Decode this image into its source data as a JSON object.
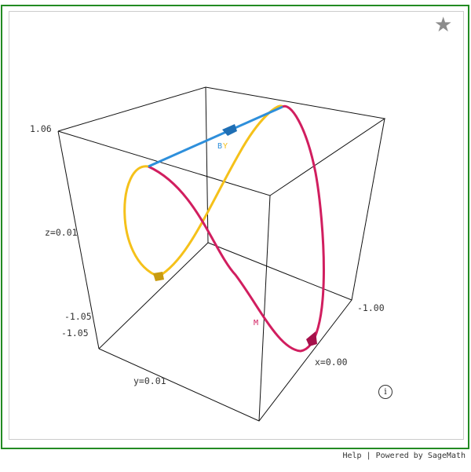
{
  "plot": {
    "axis_labels": {
      "z_top": "1.06",
      "z_mid": "z=0.01",
      "z_bottom": "-1.05",
      "y_bottom": "-1.05",
      "y_mid": "y=0.01",
      "x_right_top": "-1.00",
      "x_mid": "x=0.00"
    },
    "curve_labels": {
      "blue": "B",
      "yellow": "Y",
      "magenta": "M"
    },
    "colors": {
      "blue": "#2e8fdb",
      "yellow": "#f5c11a",
      "magenta": "#d11e5f",
      "box": "#111111",
      "frame": "#228b22"
    }
  },
  "icons": {
    "star": "star-icon",
    "info": "info-icon"
  },
  "footer": {
    "help": "Help",
    "separator": " | ",
    "powered": "Powered by SageMath"
  }
}
